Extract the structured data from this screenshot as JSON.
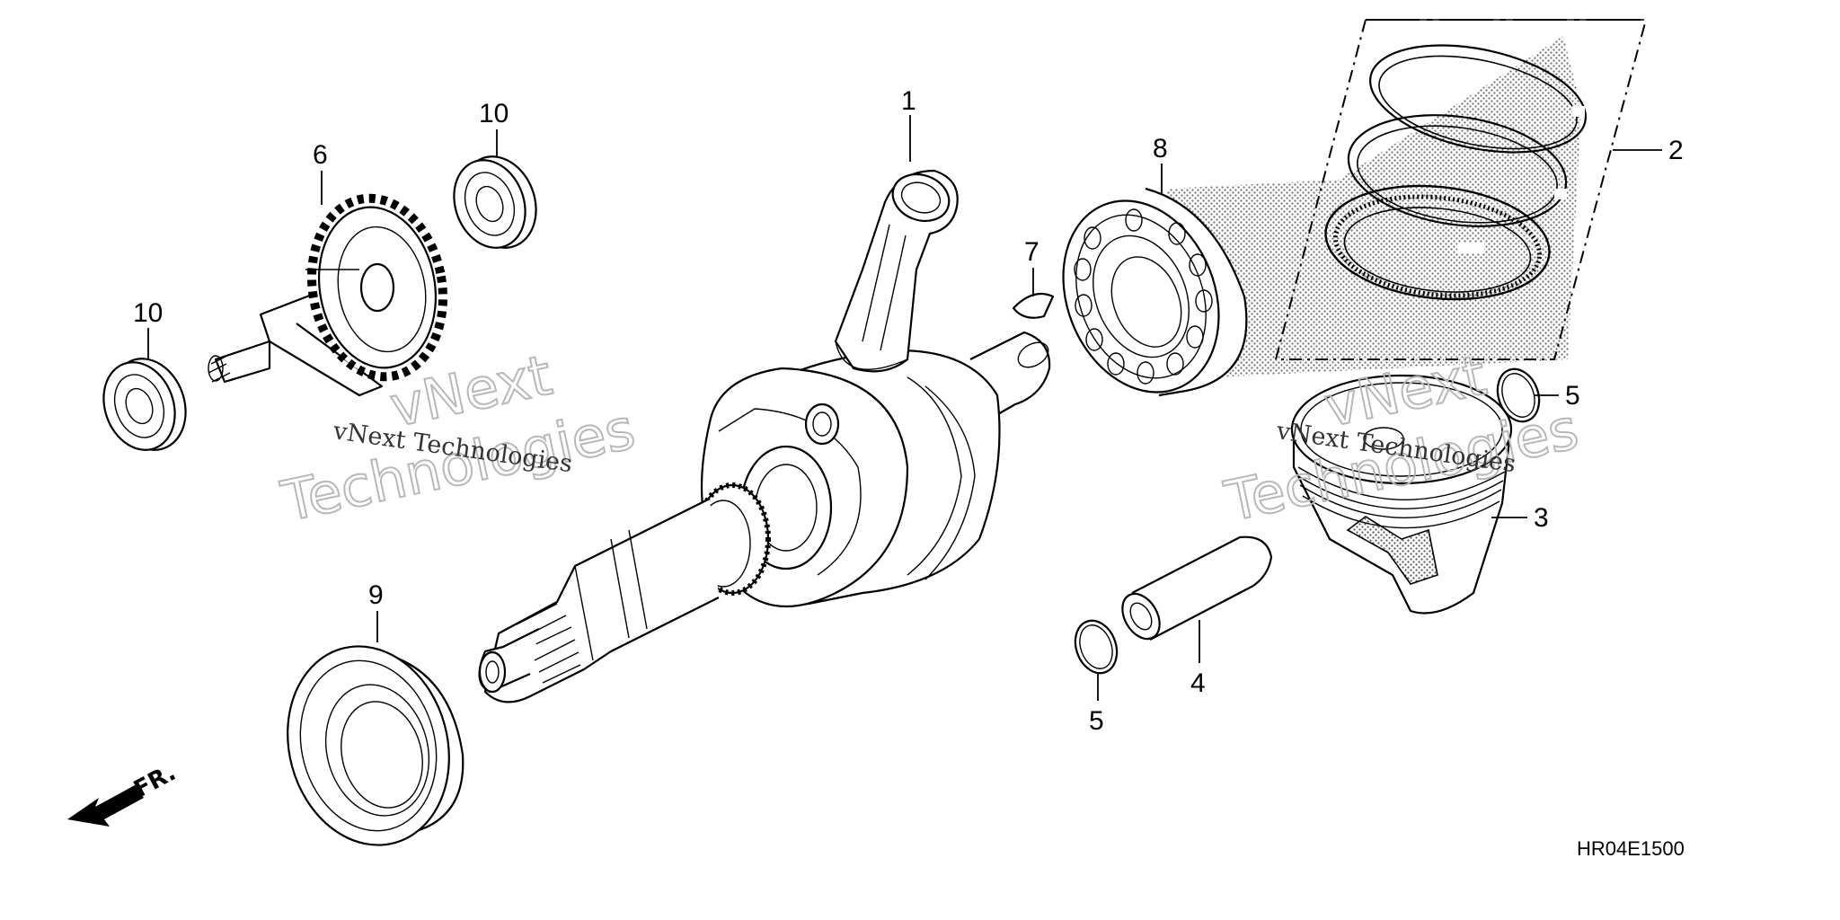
{
  "diagram": {
    "callouts": [
      {
        "id": "c1",
        "label": "1"
      },
      {
        "id": "c2",
        "label": "2"
      },
      {
        "id": "c3",
        "label": "3"
      },
      {
        "id": "c4",
        "label": "4"
      },
      {
        "id": "c5a",
        "label": "5"
      },
      {
        "id": "c5b",
        "label": "5"
      },
      {
        "id": "c6",
        "label": "6"
      },
      {
        "id": "c7",
        "label": "7"
      },
      {
        "id": "c8",
        "label": "8"
      },
      {
        "id": "c9",
        "label": "9"
      },
      {
        "id": "c10a",
        "label": "10"
      },
      {
        "id": "c10b",
        "label": "10"
      }
    ],
    "front_indicator": "FR.",
    "diagram_code": "HR04E1500"
  },
  "watermark": {
    "small_text": "vNext Technologies",
    "big_line1": "vNext",
    "big_line2": "Technologies"
  },
  "colors": {
    "line": "#000000",
    "background": "#ffffff",
    "watermark": "#b8b8b8"
  }
}
